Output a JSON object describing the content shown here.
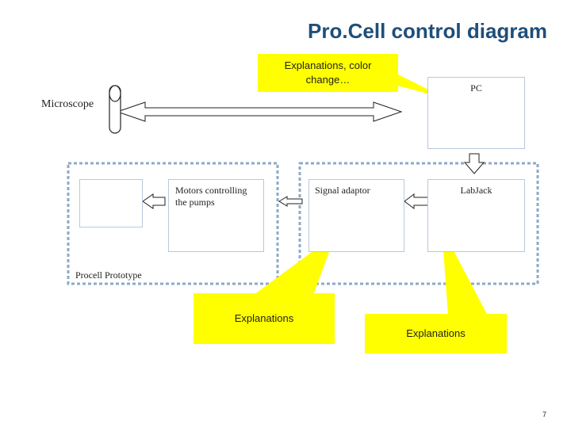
{
  "title": "Pro.Cell control diagram",
  "labels": {
    "microscope": "Microscope",
    "pc": "PC",
    "motors": "Motors controlling the pumps",
    "signal_adaptor": "Signal adaptor",
    "labjack": "LabJack",
    "procell_prototype": "Procell Prototype"
  },
  "callouts": {
    "top": "Explanations, color change…",
    "middle": "Explanations",
    "right": "Explanations"
  },
  "page_number": "7",
  "colors": {
    "title": "#1f4e79",
    "callout": "#ffff00",
    "dashed_border": "#8ea9c9",
    "box_border": "#b7c9dc"
  }
}
